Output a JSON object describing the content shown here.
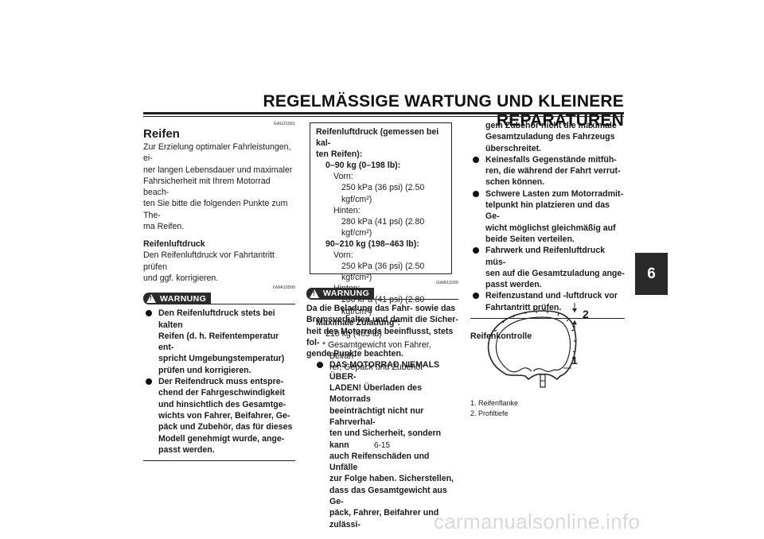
{
  "header": {
    "title": "REGELMÄSSIGE WARTUNG UND KLEINERE REPARATUREN"
  },
  "chapter_tab": "6",
  "left": {
    "code": "GAU21561",
    "heading": "Reifen",
    "intro": [
      "Zur Erzielung optimaler Fahrleistungen, ei-",
      "ner langen Lebensdauer und maximaler",
      "Fahrsicherheit mit Ihrem Motorrad beach-",
      "ten Sie bitte die folgenden Punkte zum The-",
      "ma Reifen."
    ],
    "sub_heading": "Reifenluftdruck",
    "sub_text": [
      "Den Reifenluftdruck vor Fahrtantritt prüfen",
      "und ggf. korrigieren."
    ],
    "warn_code": "GWA10500",
    "warn_label": "WARNUNG",
    "bullets": [
      [
        "Den Reifenluftdruck stets bei kalten",
        "Reifen (d. h. Reifentemperatur ent-",
        "spricht Umgebungstemperatur)",
        "prüfen und korrigieren."
      ],
      [
        "Der Reifendruck muss entspre-",
        "chend der Fahrgeschwindigkeit",
        "und hinsichtlich des Gesamtge-",
        "wichts von Fahrer, Beifahrer, Ge-",
        "päck und Zubehör, das für dieses",
        "Modell genehmigt wurde, ange-",
        "passt werden."
      ]
    ]
  },
  "box": {
    "title1": "Reifenluftdruck (gemessen bei kal-",
    "title2": "ten Reifen):",
    "range1": "0–90 kg (0–198 lb):",
    "range2": "90–210 kg (198–463 lb):",
    "front_label": "Vorn:",
    "rear_label": "Hinten:",
    "front_val": "250 kPa (36 psi) (2.50 kgf/cm²)",
    "rear_val": "280 kPa (41 psi) (2.80 kgf/cm²)",
    "max_label": "Maximale Zuladung*:",
    "max_val": "210 kg (463 lb)",
    "note1": "* Gesamtgewicht von Fahrer, Beifah-",
    "note2": "rer, Gepäck und Zubehör"
  },
  "middle": {
    "warn_code": "GWA11020",
    "warn_label": "WARNUNG",
    "text": [
      "Da die Beladung das Fahr- sowie das",
      "Bremsverhalten und damit die Sicher-",
      "heit des Motorrads beeinflusst, stets fol-",
      "gende Punkte beachten."
    ],
    "bullet": [
      "DAS MOTORRAD NIEMALS ÜBER-",
      "LADEN! Überladen des Motorrads",
      "beeinträchtigt nicht nur Fahrverhal-",
      "ten und Sicherheit, sondern kann",
      "auch Reifenschäden und Unfälle",
      "zur Folge haben. Sicherstellen,",
      "dass das Gesamtgewicht aus Ge-",
      "päck, Fahrer, Beifahrer und zulässi-"
    ]
  },
  "right": {
    "cont": [
      "gem Zubehör nicht die maximale",
      "Gesamtzuladung des Fahrzeugs",
      "überschreitet."
    ],
    "bullets": [
      [
        "Keinesfalls Gegenstände mitfüh-",
        "ren, die während der Fahrt verrut-",
        "schen können."
      ],
      [
        "Schwere Lasten zum Motorradmit-",
        "telpunkt hin platzieren und das Ge-",
        "wicht möglichst gleichmäßig auf",
        "beide Seiten verteilen."
      ],
      [
        "Fahrwerk und Reifenluftdruck müs-",
        "sen auf die Gesamtzuladung ange-",
        "passt werden."
      ],
      [
        "Reifenzustand und -luftdruck vor",
        "Fahrtantritt prüfen."
      ]
    ],
    "sub_heading": "Reifenkontrolle",
    "figure_labels": {
      "one": "1",
      "two": "2"
    },
    "legend": [
      "1. Reifenflanke",
      "2. Profiltiefe"
    ]
  },
  "page_number": "6-15",
  "watermark": "carmanualsonline.info"
}
